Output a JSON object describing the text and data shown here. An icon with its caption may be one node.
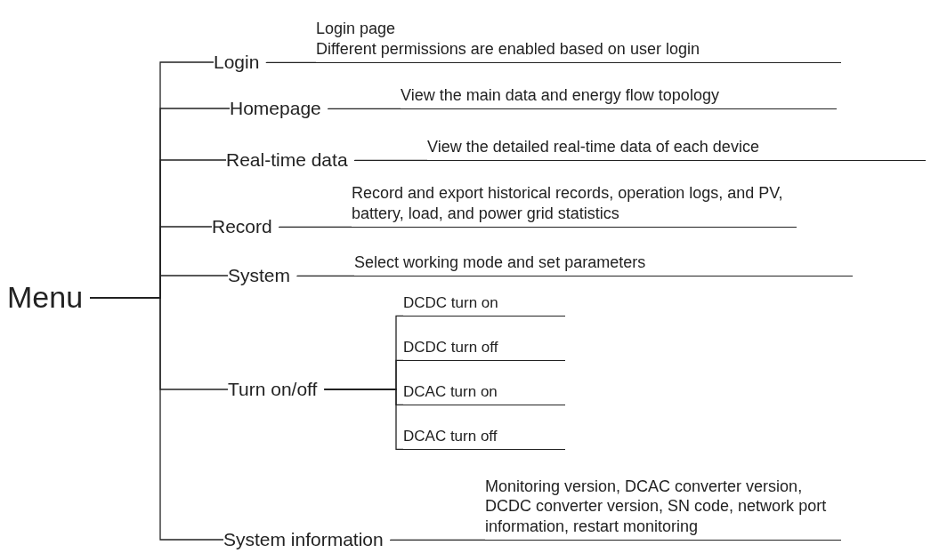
{
  "diagram": {
    "nodes": [
      {
        "text": [
          "Menu"
        ]
      },
      {
        "text": [
          "Login"
        ]
      },
      {
        "text": [
          "Login page",
          "Different permissions are enabled based on user login"
        ]
      },
      {
        "text": [
          "Homepage"
        ]
      },
      {
        "text": [
          "View the main data and energy flow topology"
        ]
      },
      {
        "text": [
          "Real-time data"
        ]
      },
      {
        "text": [
          "View the detailed real-time data of each device"
        ]
      },
      {
        "text": [
          "Record"
        ]
      },
      {
        "text": [
          "Record and export historical records, operation logs, and PV, battery, load, and power grid statistics"
        ]
      },
      {
        "text": [
          "System"
        ]
      },
      {
        "text": [
          "Select working mode and set parameters"
        ]
      },
      {
        "text": [
          "Turn on/off"
        ]
      },
      {
        "text": [
          "DCDC turn on"
        ]
      },
      {
        "text": [
          "DCDC turn off"
        ]
      },
      {
        "text": [
          "DCAC turn on"
        ]
      },
      {
        "text": [
          "DCAC turn off"
        ]
      },
      {
        "text": [
          "System information"
        ]
      },
      {
        "text": [
          "Monitoring version, DCAC converter version, DCDC converter version, SN code, network port information, restart monitoring"
        ]
      }
    ],
    "edges": [
      {
        "from": 0,
        "to": 1,
        "arrow": "none"
      },
      {
        "from": 0,
        "to": 3,
        "arrow": "none"
      },
      {
        "from": 0,
        "to": 5,
        "arrow": "none"
      },
      {
        "from": 0,
        "to": 7,
        "arrow": "none"
      },
      {
        "from": 0,
        "to": 9,
        "arrow": "none"
      },
      {
        "from": 0,
        "to": 11,
        "arrow": "none"
      },
      {
        "from": 0,
        "to": 16,
        "arrow": "none"
      },
      {
        "from": 1,
        "to": 2,
        "arrow": "none"
      },
      {
        "from": 3,
        "to": 4,
        "arrow": "none"
      },
      {
        "from": 5,
        "to": 6,
        "arrow": "none"
      },
      {
        "from": 7,
        "to": 8,
        "arrow": "none"
      },
      {
        "from": 9,
        "to": 10,
        "arrow": "none"
      },
      {
        "from": 11,
        "to": 12,
        "arrow": "none"
      },
      {
        "from": 11,
        "to": 13,
        "arrow": "none"
      },
      {
        "from": 11,
        "to": 14,
        "arrow": "none"
      },
      {
        "from": 11,
        "to": 15,
        "arrow": "none"
      },
      {
        "from": 16,
        "to": 17,
        "arrow": "none"
      }
    ]
  }
}
